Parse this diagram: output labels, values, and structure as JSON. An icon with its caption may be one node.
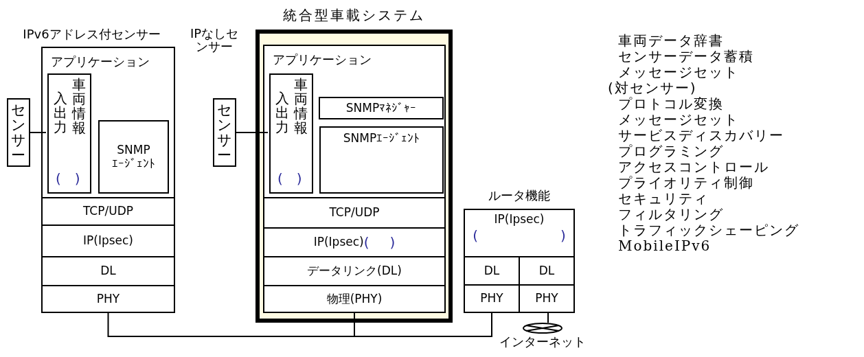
{
  "diagram": {
    "nodes": [
      {
        "text": [
          "IPv6アドレス付センサー"
        ]
      },
      {
        "text": [
          "アプリケーション"
        ],
        "in": 0
      },
      {
        "text": [
          "入出力",
          "車両情報",
          "( )"
        ],
        "in": 1
      },
      {
        "text": [
          "SNMP",
          "ｴｰｼﾞｪﾝﾄ"
        ],
        "in": 1
      },
      {
        "text": [
          "TCP/UDP"
        ],
        "in": 0
      },
      {
        "text": [
          "IP(Ipsec)"
        ],
        "in": 0
      },
      {
        "text": [
          "DL"
        ],
        "in": 0
      },
      {
        "text": [
          "PHY"
        ],
        "in": 0
      },
      {
        "text": [
          "センサー"
        ]
      },
      {
        "text": [
          "統合型車載システム"
        ]
      },
      {
        "text": [
          "アプリケーション"
        ],
        "in": 9
      },
      {
        "text": [
          "入出力",
          "車両情報",
          "( )"
        ],
        "in": 10
      },
      {
        "text": [
          "SNMPﾏﾈｼﾞｬｰ"
        ],
        "in": 10
      },
      {
        "text": [
          "SNMPｴｰｼﾞｪﾝﾄ"
        ],
        "in": 10
      },
      {
        "text": [
          "TCP/UDP"
        ],
        "in": 9
      },
      {
        "text": [
          "IP(Ipsec)",
          "( )"
        ],
        "in": 9
      },
      {
        "text": [
          "データリンク(DL)"
        ],
        "in": 9
      },
      {
        "text": [
          "物理(PHY)"
        ],
        "in": 9
      },
      {
        "text": [
          "センサー"
        ]
      },
      {
        "text": [
          "ルータ機能"
        ]
      },
      {
        "text": [
          "IP(Ipsec)",
          "( )"
        ],
        "in": 19
      },
      {
        "text": [
          "DL"
        ],
        "in": 19
      },
      {
        "text": [
          "DL"
        ],
        "in": 19
      },
      {
        "text": [
          "PHY"
        ],
        "in": 19
      },
      {
        "text": [
          "PHY"
        ],
        "in": 19
      },
      {
        "text": [
          "インターネット"
        ]
      }
    ],
    "edges": [
      {
        "from": 8,
        "to": 2,
        "arrow": "none"
      },
      {
        "from": 18,
        "to": 11,
        "arrow": "none"
      },
      {
        "from": 7,
        "to": 17,
        "arrow": "none"
      },
      {
        "from": 17,
        "to": 23,
        "arrow": "none"
      },
      {
        "from": 24,
        "to": 25,
        "arrow": "none"
      }
    ],
    "labels": [
      "IPなしセンサー",
      "車両データ辞書",
      "センサーデータ蓄積",
      "メッセージセット",
      "(対センサー)",
      "プロトコル変換",
      "メッセージセット",
      "サービスディスカバリー",
      "プログラミング",
      "アクセスコントロール",
      "プライオリティ制御",
      "セキュリティ",
      "フィルタリング",
      "トラフィックシェーピング",
      "MobileIPv6"
    ]
  }
}
